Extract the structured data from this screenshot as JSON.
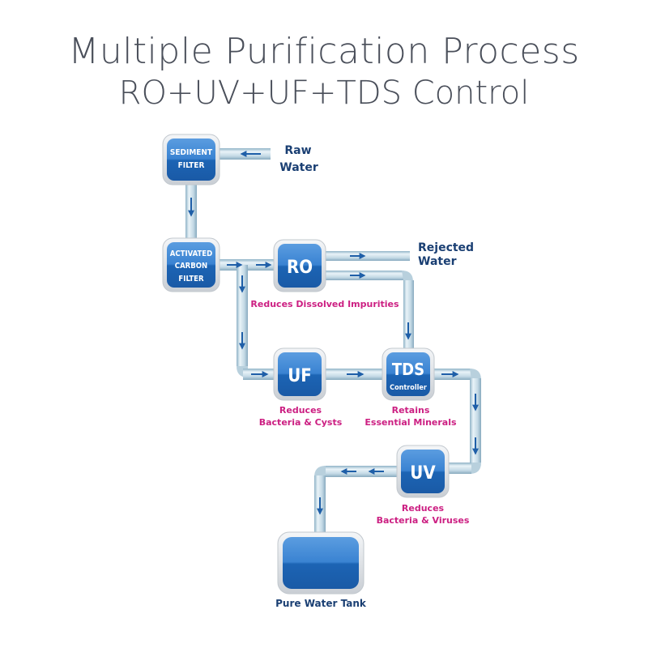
{
  "title": {
    "line1": "Multiple Purification Process",
    "line2": "RO+UV+UF+TDS Control"
  },
  "colors": {
    "title": "#4a4f5a",
    "label_dark": "#1a3f73",
    "label_pink": "#cc1f82",
    "box_blue": "#1b63b3",
    "pipe": "#c9dde8"
  },
  "inputs": {
    "raw_water": [
      "Raw",
      "Water"
    ],
    "rejected_water": [
      "Rejected",
      "Water"
    ]
  },
  "stages": {
    "sediment": {
      "lines": [
        "SEDIMENT",
        "FILTER"
      ]
    },
    "carbon": {
      "lines": [
        "ACTIVATED",
        "CARBON",
        "FILTER"
      ]
    },
    "ro": {
      "label": "RO",
      "caption": [
        "Reduces Dissolved Impurities"
      ]
    },
    "uf": {
      "label": "UF",
      "caption": [
        "Reduces",
        "Bacteria & Cysts"
      ]
    },
    "tds": {
      "label": "TDS",
      "sublabel": "Controller",
      "caption": [
        "Retains",
        "Essential Minerals"
      ]
    },
    "uv": {
      "label": "UV",
      "caption": [
        "Reduces",
        "Bacteria & Viruses"
      ]
    },
    "tank": {
      "caption": "Pure Water Tank"
    }
  }
}
